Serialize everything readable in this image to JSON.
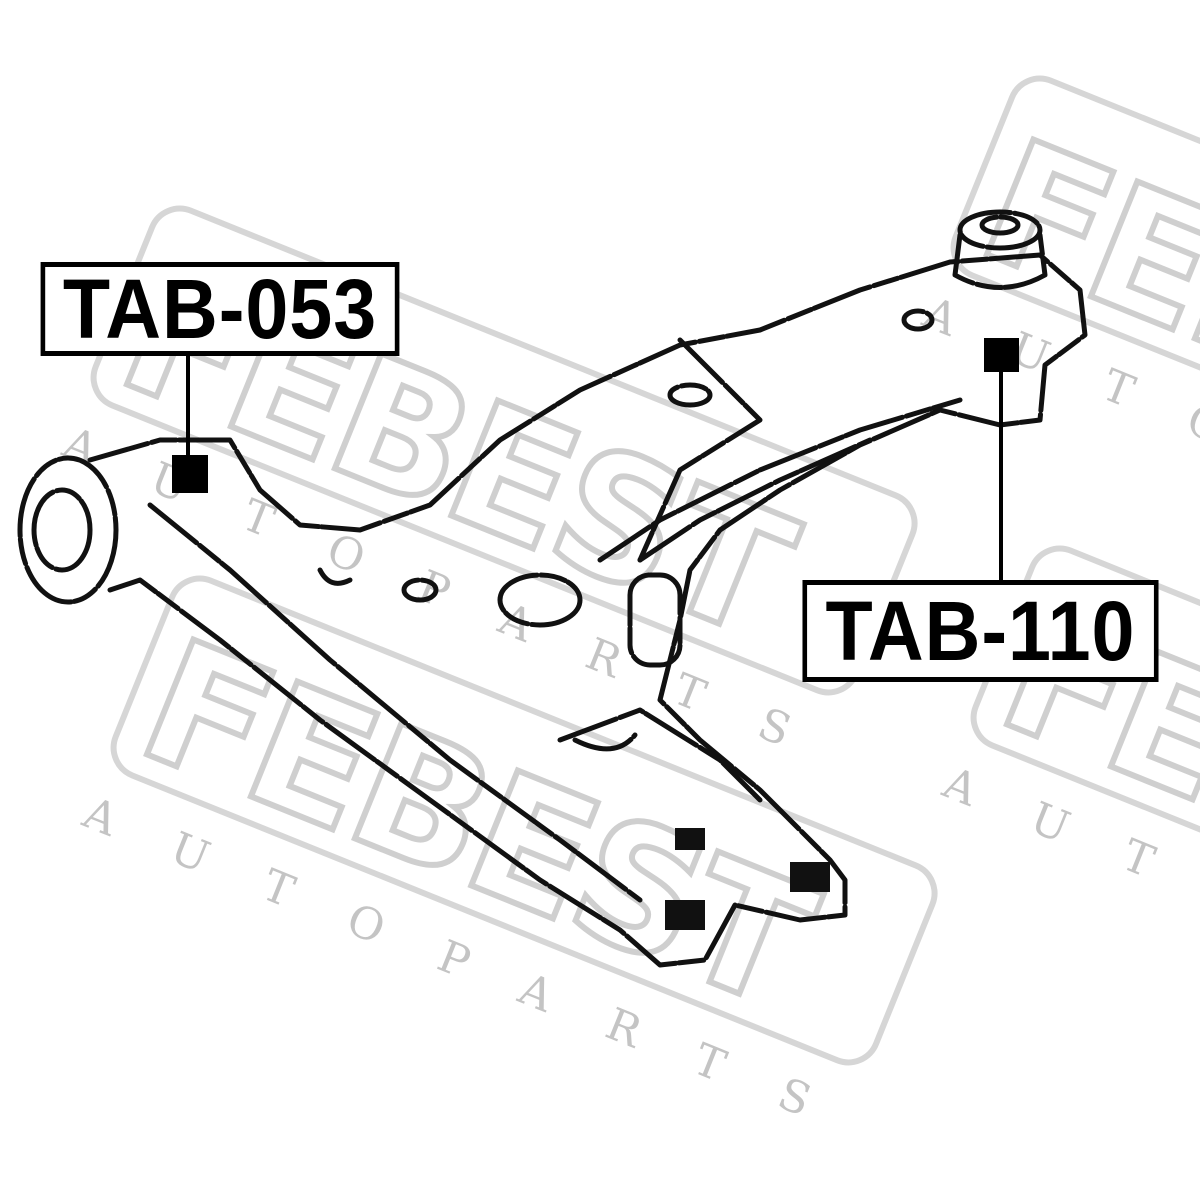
{
  "watermark": {
    "brand": "FEBEST",
    "sub": "AUTO PARTS",
    "color": "#cfcfcf"
  },
  "labels": [
    {
      "part_number": "TAB-053"
    },
    {
      "part_number": "TAB-110"
    }
  ],
  "colors": {
    "line": "#000000",
    "background": "#ffffff"
  }
}
